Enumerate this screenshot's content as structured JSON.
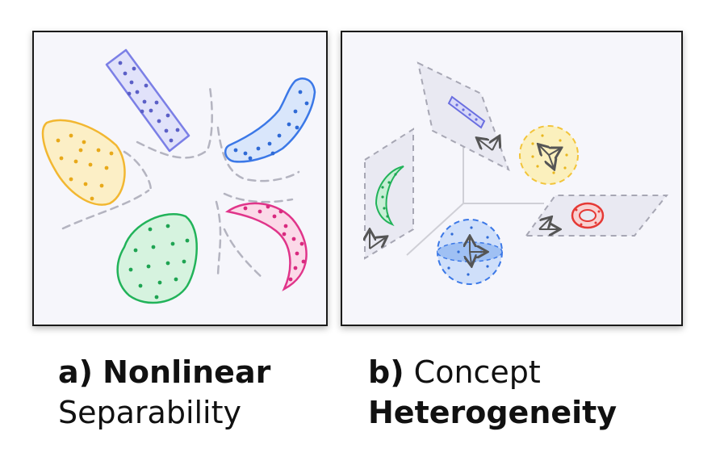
{
  "caption_a": {
    "prefix": "a)",
    "bold": "Nonlinear",
    "normal": "Separability"
  },
  "caption_b": {
    "prefix": "b)",
    "normal": "Concept",
    "bold": "Heterogeneity"
  },
  "colors": {
    "yellow": "#f2b731",
    "purple": "#7b7fe6",
    "blue": "#3b78e7",
    "pink": "#e0358a",
    "green": "#22b35a",
    "red": "#e53935",
    "dashed": "#b4b4c0",
    "arrow": "#555555"
  }
}
